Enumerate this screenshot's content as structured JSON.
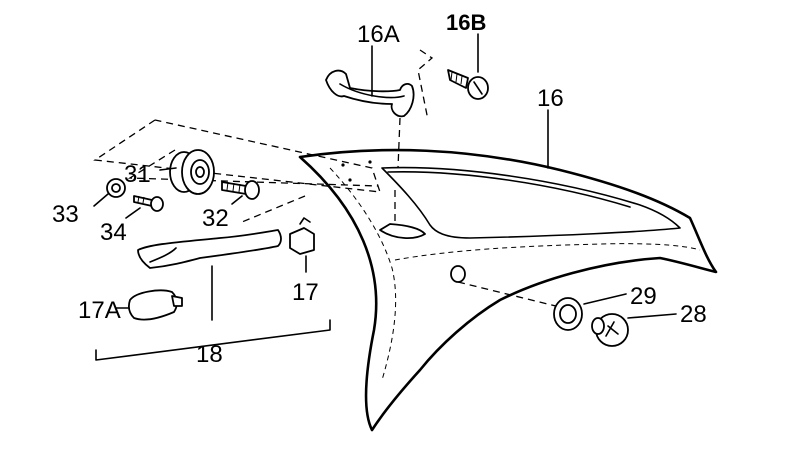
{
  "labels": {
    "l16a": "16A",
    "l16b": "16B",
    "l16": "16",
    "l31": "31",
    "l33": "33",
    "l32": "32",
    "l34": "34",
    "l17": "17",
    "l17a": "17A",
    "l18": "18",
    "l29": "29",
    "l28": "28"
  }
}
